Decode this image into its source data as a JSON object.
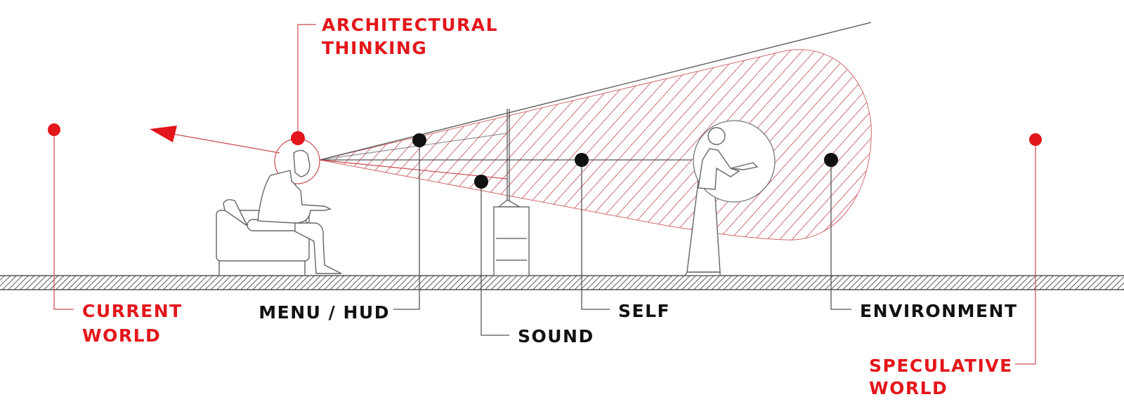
{
  "colors": {
    "accent": "#e3161b",
    "hatch": "#b0252b",
    "marker": "#111111",
    "line": "#555555"
  },
  "labels": {
    "architectural_thinking": [
      "ARCHITECTURAL",
      "THINKING"
    ],
    "current_world": [
      "CURRENT",
      "WORLD"
    ],
    "speculative_world": [
      "SPECULATIVE",
      "WORLD"
    ],
    "menu_hud": "MENU / HUD",
    "sound": "SOUND",
    "self": "SELF",
    "environment": "ENVIRONMENT"
  }
}
